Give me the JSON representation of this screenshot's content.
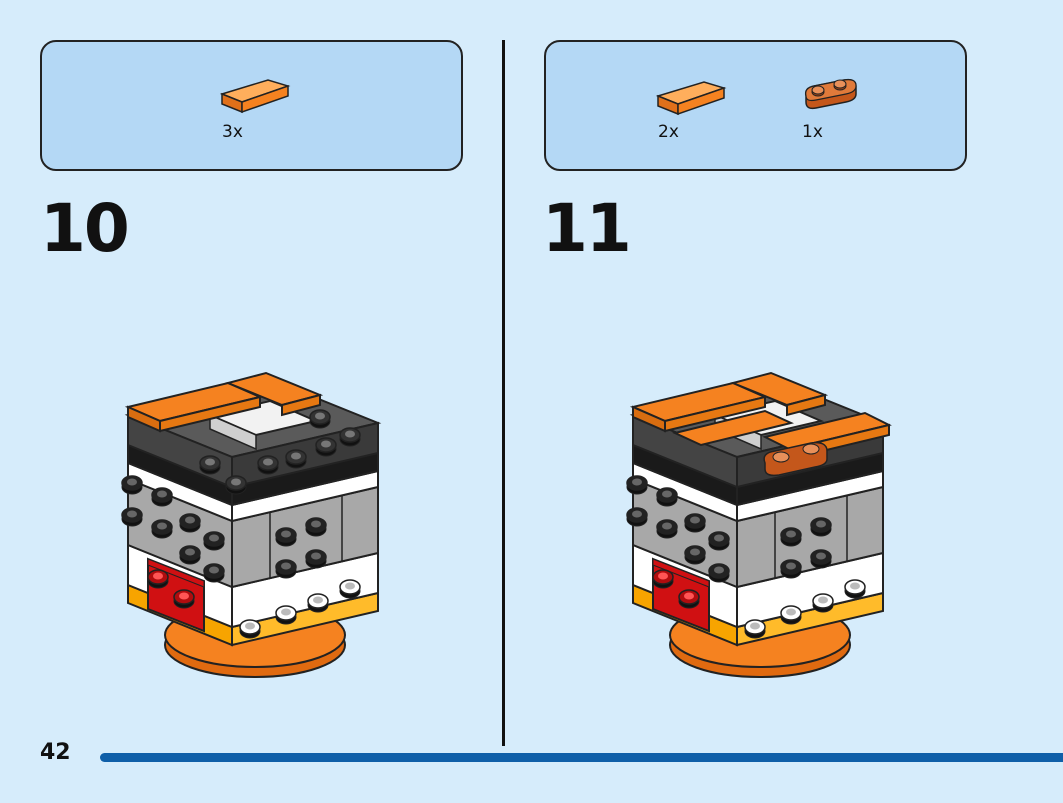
{
  "page": {
    "number": "42"
  },
  "steps": [
    {
      "number": "10",
      "parts": [
        {
          "icon": "orange-tile-1x2-icon",
          "quantity": "3x",
          "color": "#f58220"
        }
      ]
    },
    {
      "number": "11",
      "parts": [
        {
          "icon": "orange-tile-1x2-icon",
          "quantity": "2x",
          "color": "#f58220"
        },
        {
          "icon": "dark-orange-round-plate-1x2-icon",
          "quantity": "1x",
          "color": "#c4571b"
        }
      ]
    }
  ],
  "colors": {
    "background": "#d6ecfb",
    "parts_box": "#b4d8f5",
    "progress_bar": "#0f5fa8",
    "orange": "#f58220",
    "dark_orange": "#c4571b",
    "light_gray": "#a8a8a8",
    "dark_gray": "#5a5a5a",
    "white": "#ffffff",
    "black": "#1a1a1a",
    "red": "#d01012",
    "yellow_orange": "#f7a400"
  }
}
